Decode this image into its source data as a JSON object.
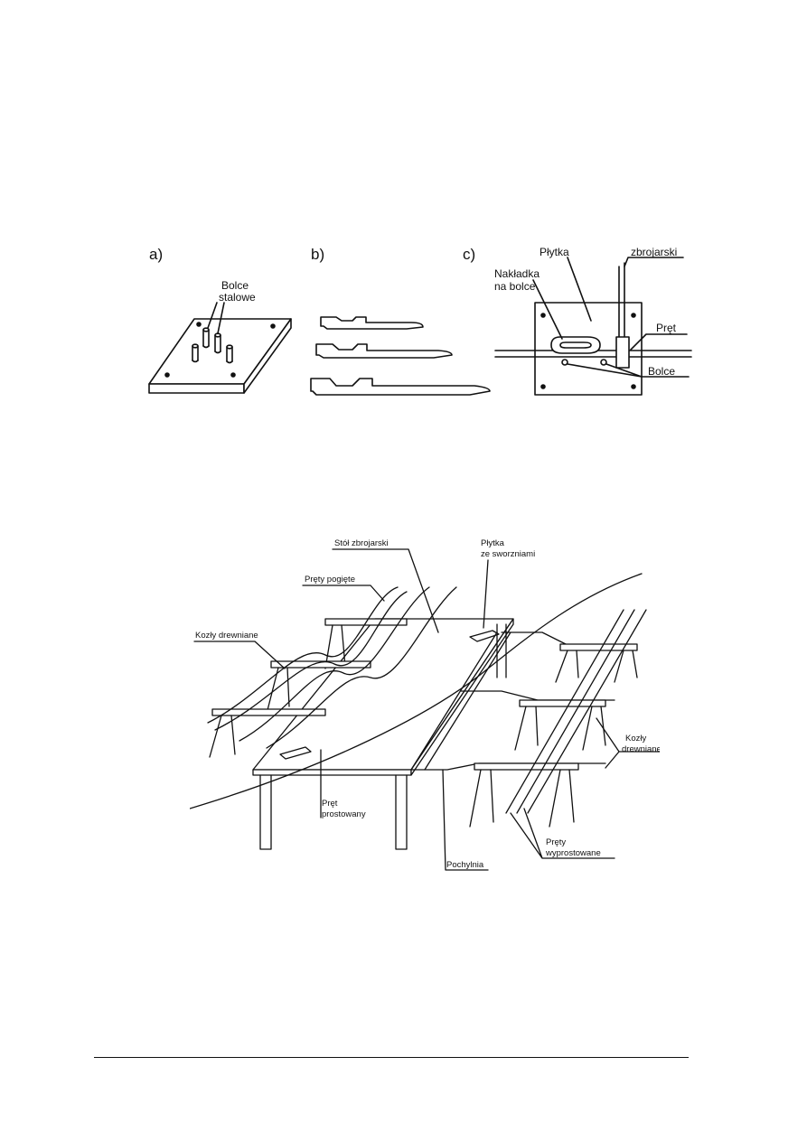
{
  "figure_top": {
    "panels": [
      {
        "letter": "a)",
        "labels": [
          "Bolce",
          "stalowe"
        ]
      },
      {
        "letter": "b)",
        "labels": []
      },
      {
        "letter": "c)",
        "labels": {
          "plate": "Płytka",
          "tool": "zbrojarski",
          "overlay_1": "Nakładka",
          "overlay_2": "na bolce",
          "bar": "Pręt",
          "pins": "Bolce"
        }
      }
    ]
  },
  "figure_bottom": {
    "labels": {
      "table": "Stół zbrojarski",
      "plate_1": "Płytka",
      "plate_2": "ze sworzniami",
      "bent_bars": "Pręty pogięte",
      "trestles_left": "Kozły drewniane",
      "trestles_right_1": "Kozły",
      "trestles_right_2": "drewniane",
      "bar_straightened_1": "Pręt",
      "bar_straightened_2": "prostowany",
      "ramp": "Pochylnia",
      "bars_straight_1": "Pręty",
      "bars_straight_2": "wyprostowane"
    }
  }
}
